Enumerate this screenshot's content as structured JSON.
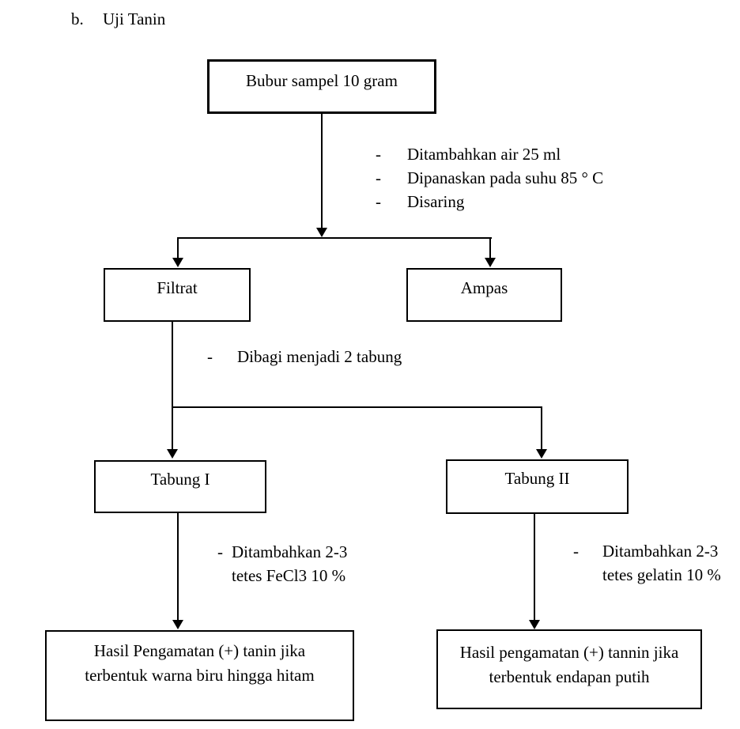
{
  "colors": {
    "background": "#ffffff",
    "line": "#000000",
    "text": "#000000"
  },
  "title": {
    "marker": "b.",
    "label": "Uji Tanin"
  },
  "nodes": {
    "sample": {
      "label": "Bubur sampel 10 gram"
    },
    "filtrat": {
      "label": "Filtrat"
    },
    "ampas": {
      "label": "Ampas"
    },
    "tabung1": {
      "label": "Tabung I"
    },
    "tabung2": {
      "label": "Tabung II"
    },
    "result1": {
      "line1": "Hasil Pengamatan (+) tanin jika",
      "line2": "terbentuk warna biru hingga hitam"
    },
    "result2": {
      "line1": "Hasil pengamatan (+) tannin jika",
      "line2": "terbentuk endapan putih"
    }
  },
  "annotations": {
    "bullet": "-",
    "step1": {
      "items": [
        "Ditambahkan air 25 ml",
        "Dipanaskan pada suhu 85 ° C",
        "Disaring"
      ]
    },
    "step2": {
      "items": [
        "Dibagi menjadi 2 tabung"
      ]
    },
    "step3": {
      "line1": "Ditambahkan 2-3",
      "line2": "tetes FeCl3 10 %"
    },
    "step4": {
      "line1": "Ditambahkan 2-3",
      "line2": "tetes gelatin 10 %"
    }
  }
}
